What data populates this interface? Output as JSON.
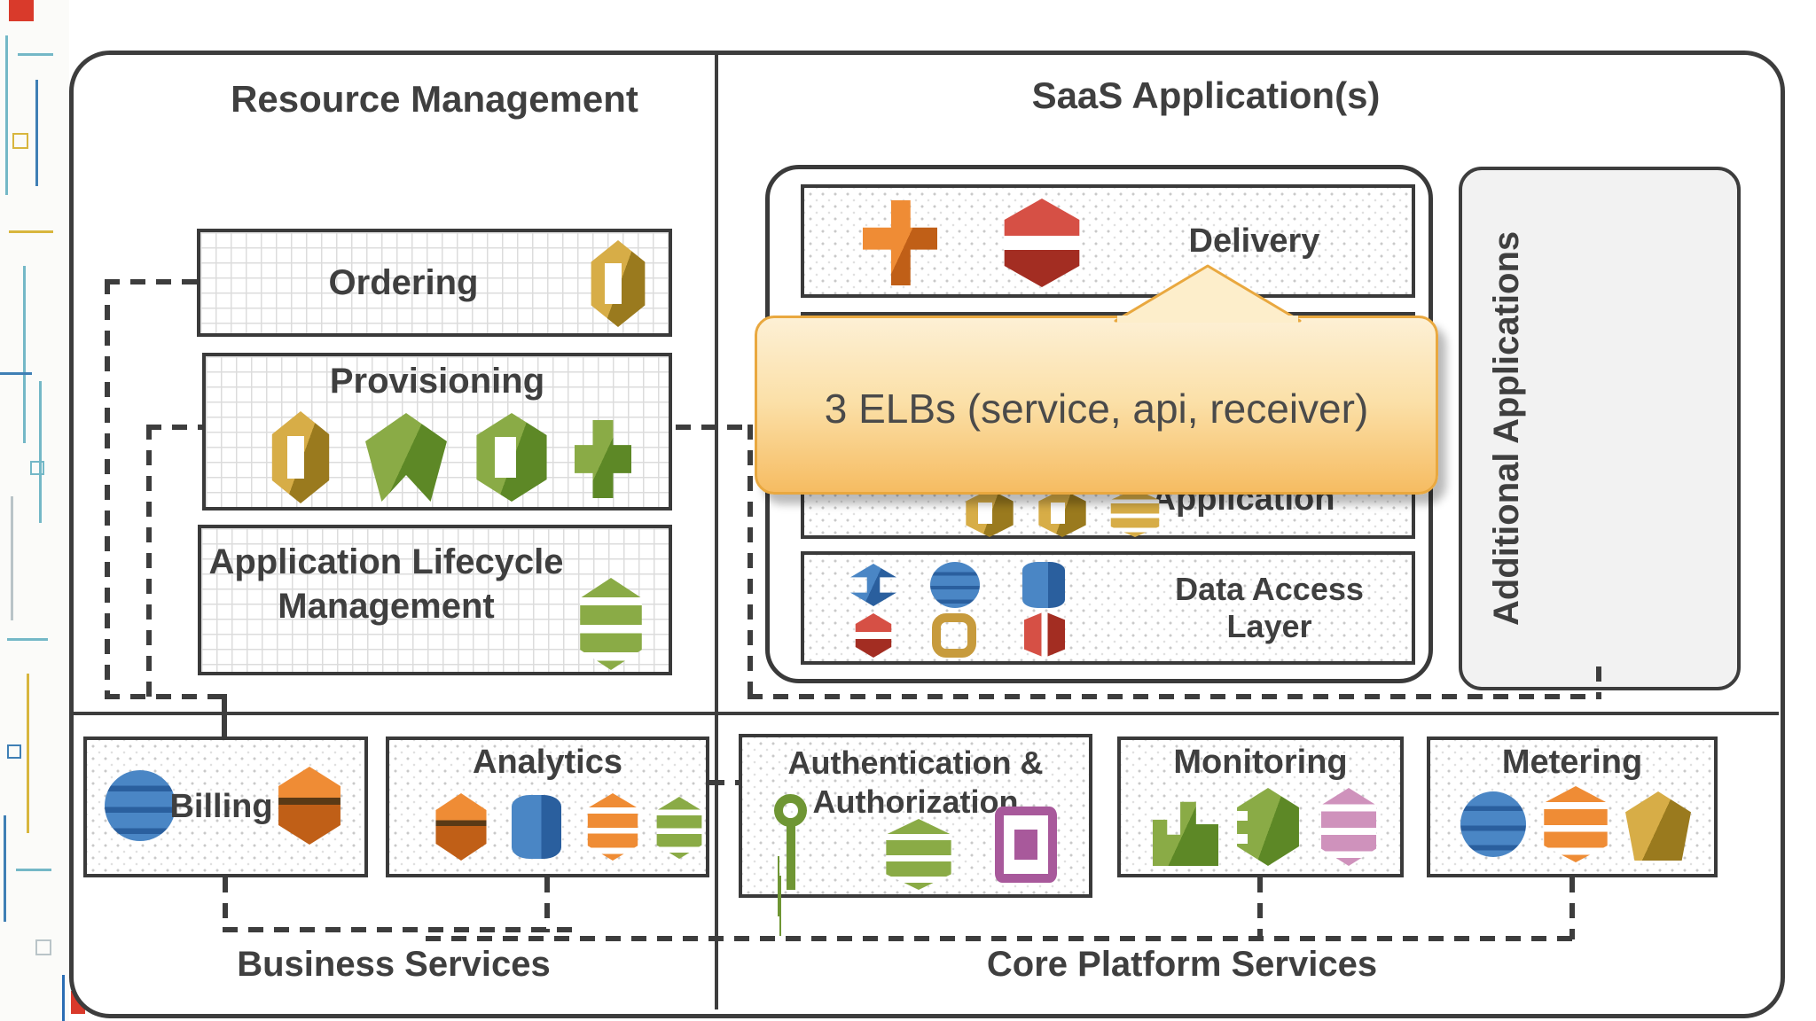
{
  "slide": {
    "type": "aws-saas-architecture-diagram"
  },
  "colors": {
    "border": "#3d3d3d",
    "text": "#3f3f3f",
    "callout_border": "#e9a83f",
    "callout_fill_top": "#fdf0d5",
    "callout_fill_bottom": "#f6bc62",
    "panel_fill": "#f2f2f2",
    "accent_red": "#d93a2b"
  },
  "resource_management": {
    "title": "Resource Management",
    "ordering": {
      "label": "Ordering",
      "icons": [
        "cloudformation-icon"
      ]
    },
    "provisioning": {
      "label": "Provisioning",
      "icons": [
        "cloudformation-icon",
        "elastic-beanstalk-leaf-icon",
        "ecs-container-icon",
        "opsworks-icon"
      ]
    },
    "alm": {
      "line1": "Application Lifecycle",
      "line2": "Management",
      "icons": [
        "codedeploy-icon"
      ]
    }
  },
  "saas": {
    "title": "SaaS Application(s)",
    "delivery": {
      "label": "Delivery",
      "icons": [
        "elb-icon",
        "route53-icon"
      ]
    },
    "application": {
      "label": "Application",
      "icons": [
        "app-service-gold-icon-1",
        "app-service-gold-icon-2",
        "app-service-gold-icon-3"
      ]
    },
    "data_access": {
      "line1": "Data Access",
      "line2": "Layer",
      "icons": [
        "cloudsearch-icon",
        "dynamodb-icon",
        "rds-icon",
        "elasticache-icon",
        "glacier-icon",
        "redshift-icon"
      ]
    },
    "additional": {
      "label": "Additional Applications"
    }
  },
  "callout": {
    "text": "3 ELBs (service, api, receiver)"
  },
  "business_services": {
    "title": "Business Services",
    "billing": {
      "label": "Billing",
      "icons": [
        "dynamodb-icon",
        "ses-icon"
      ]
    },
    "analytics": {
      "label": "Analytics",
      "icons": [
        "ses-icon",
        "ec2-icon",
        "kinesis-icon",
        "emr-icon"
      ]
    }
  },
  "core_platform": {
    "title": "Core Platform Services",
    "auth": {
      "line1": "Authentication &",
      "line2": "Authorization",
      "icons": [
        "iam-key-icon",
        "directory-service-icon",
        "cognito-icon"
      ]
    },
    "monitoring": {
      "label": "Monitoring",
      "icons": [
        "cloudwatch-icon",
        "config-icon",
        "mobile-analytics-icon"
      ]
    },
    "metering": {
      "label": "Metering",
      "icons": [
        "dynamodb-icon",
        "kinesis-firehose-icon",
        "lambda-icon"
      ]
    }
  }
}
